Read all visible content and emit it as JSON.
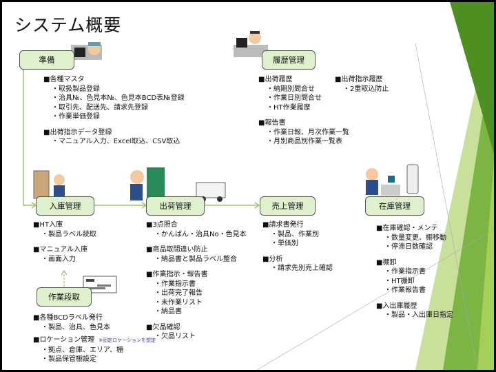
{
  "title": "システム概要",
  "boxes": {
    "prep": "準備",
    "history": "履歴管理",
    "receiving": "入庫管理",
    "shipping": "出荷管理",
    "sales": "売上管理",
    "inventory": "在庫管理",
    "setup": "作業段取"
  },
  "prep": {
    "sections": [
      {
        "head": "■各種マスタ",
        "items": [
          "・取扱製品登録",
          "・治具№、色見本№、色見本BCD表№登録",
          "・取引先、配送先、請求先登録",
          "・作業単価登録"
        ]
      },
      {
        "head": "■出荷指示データ登録",
        "items": [
          "・マニュアル入力、Excel取込、CSV取込"
        ]
      }
    ]
  },
  "history": {
    "sections": [
      {
        "head": "■出荷履歴",
        "items": [
          "・納期別問合せ",
          "・作業日別問合せ",
          "・HT作業履歴"
        ]
      },
      {
        "head": "■報告書",
        "items": [
          "・作業日報、月次作業一覧",
          "・月別商品別作業一覧表"
        ]
      }
    ],
    "side": {
      "head": "■出荷指示履歴",
      "items": [
        "・2重取込防止"
      ]
    }
  },
  "receiving": {
    "sections": [
      {
        "head": "■HT入庫",
        "items": [
          "・製品ラベル読取"
        ]
      },
      {
        "head": "■マニュアル入庫",
        "items": [
          "・画面入力"
        ]
      }
    ]
  },
  "setup": {
    "sections": [
      {
        "head": "■各種BCDラベル発行",
        "items": [
          "・製品、治具、色見本"
        ]
      },
      {
        "head": "■ロケーション管理",
        "note": "※固定ロケーションを想定",
        "items": [
          "・拠点、倉庫、エリア、棚",
          "・製品保管棚設定"
        ]
      }
    ]
  },
  "shipping": {
    "sections": [
      {
        "head": "■3点照合",
        "items": [
          "・かんばん・治具No・色見本"
        ]
      },
      {
        "head": "■商品取間違い防止",
        "items": [
          "・納品書と製品ラベル整合"
        ]
      },
      {
        "head": "■作業指示・報告書",
        "items": [
          "・作業指示書",
          "・出荷完了報告",
          "・未作業リスト",
          "・納品書"
        ]
      },
      {
        "head": "■欠品確認",
        "items": [
          "・欠品リスト"
        ]
      }
    ]
  },
  "sales": {
    "sections": [
      {
        "head": "■請求書発行",
        "items": [
          "・製品、作業別",
          "・単価別"
        ]
      },
      {
        "head": "■分析",
        "items": [
          "・請求先別売上確認"
        ]
      }
    ]
  },
  "inventory": {
    "sections": [
      {
        "head": "■在庫確認・メンテ",
        "items": [
          "・数量変更、棚移動",
          "・停滞日数確認"
        ]
      },
      {
        "head": "■棚卸",
        "items": [
          "・作業指示書",
          "・HT棚卸",
          "・作業報告書"
        ]
      },
      {
        "head": "■入出庫履歴",
        "items": [
          "・製品・入出庫日指定"
        ]
      }
    ]
  },
  "colors": {
    "box_fill": "#dff0cc",
    "arrow": "#9bc46a",
    "accent": "#6aaa2a"
  }
}
